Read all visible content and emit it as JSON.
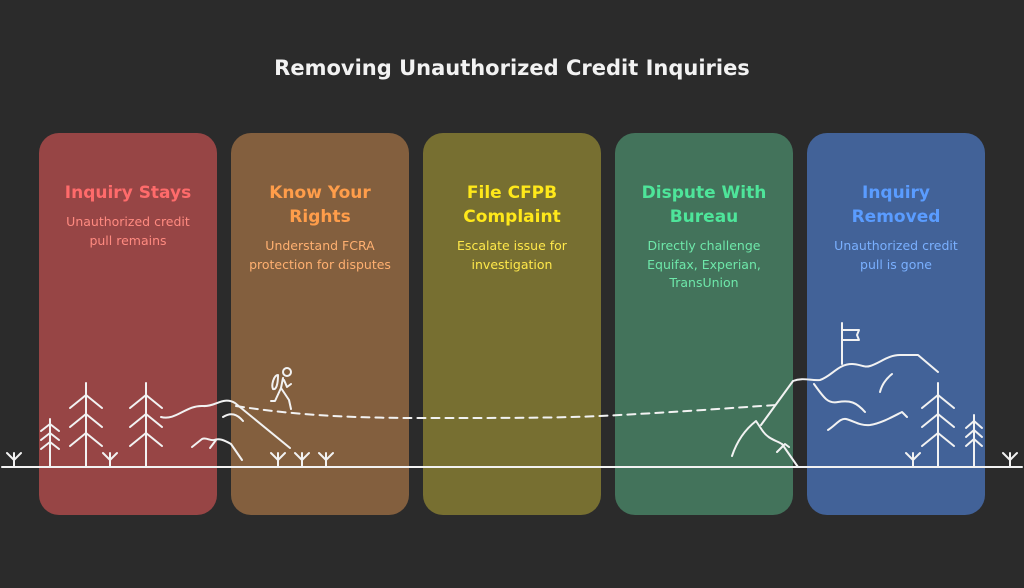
{
  "title": "Removing Unauthorized Credit Inquiries",
  "steps": [
    {
      "title": "Inquiry Stays",
      "desc": "Unauthorized credit pull remains",
      "bg": "#974545",
      "fg": "#ff6b6b",
      "dc": "#ff8a80"
    },
    {
      "title": "Know Your Rights",
      "desc": "Understand FCRA protection for disputes",
      "bg": "#835f3e",
      "fg": "#ff9d4a",
      "dc": "#ffb070"
    },
    {
      "title": "File CFPB Complaint",
      "desc": "Escalate issue for investigation",
      "bg": "#776f31",
      "fg": "#ffe81a",
      "dc": "#ffe84a"
    },
    {
      "title": "Dispute With Bureau",
      "desc": "Directly challenge Equifax, Experian, TransUnion",
      "bg": "#43735b",
      "fg": "#4ee59a",
      "dc": "#6ee8aa"
    },
    {
      "title": "Inquiry Removed",
      "desc": "Unauthorized credit pull is gone",
      "bg": "#426298",
      "fg": "#5a9cff",
      "dc": "#7ab0ff"
    }
  ]
}
